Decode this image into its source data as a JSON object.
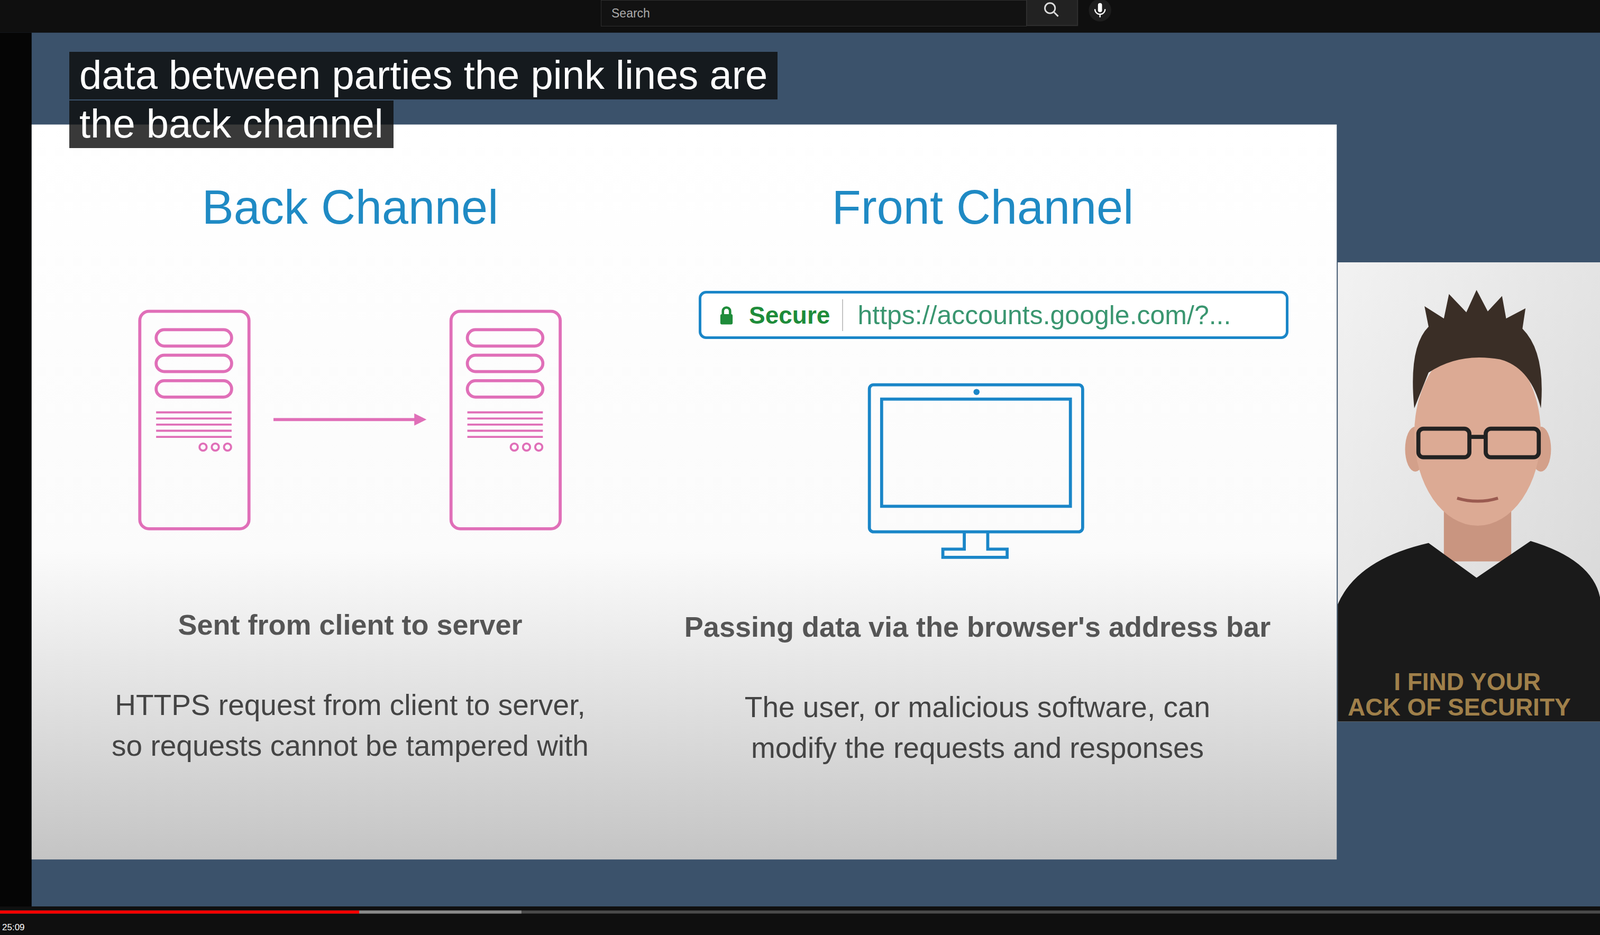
{
  "diagram": {
    "caption": "data between parties the pink lines are the back channel",
    "nodes": [
      {
        "text": [
          "Search"
        ]
      },
      {
        "text": [
          "Secure",
          "https://accounts.google.com/?..."
        ]
      }
    ],
    "labels": [
      "Back Channel",
      "Front Channel",
      "Sent from client to server",
      "HTTPS request from client to server, so requests cannot be tampered with",
      "Passing data via the browser's address bar",
      "The user, or malicious software, can modify the requests and responses",
      "I FIND YOUR",
      "ACK OF SECURITY",
      "25:09"
    ]
  }
}
